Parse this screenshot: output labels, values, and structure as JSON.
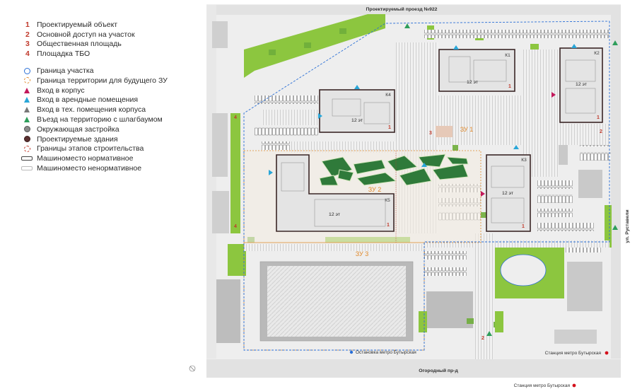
{
  "legend": {
    "numbered": [
      {
        "num": "1",
        "label": "Проектируемый объект"
      },
      {
        "num": "2",
        "label": "Основной доступ на участок"
      },
      {
        "num": "3",
        "label": "Общественная площадь"
      },
      {
        "num": "4",
        "label": "Площадка ТБО"
      }
    ],
    "symbols": [
      {
        "symbol": "circle-blue",
        "label": "Граница участка"
      },
      {
        "symbol": "circle-orange-dashed",
        "label": "Граница территории для будущего ЗУ"
      },
      {
        "symbol": "triangle-magenta",
        "label": "Вход в корпус"
      },
      {
        "symbol": "triangle-cyan",
        "label": "Вход в арендные помещения"
      },
      {
        "symbol": "triangle-grey",
        "label": "Вход в тех. помещения корпуса"
      },
      {
        "symbol": "triangle-green",
        "label": "Въезд на территорию с шлагбаумом"
      },
      {
        "symbol": "circle-grey",
        "label": "Окружающая застройка"
      },
      {
        "symbol": "circle-brown",
        "label": "Проектируемые здания"
      },
      {
        "symbol": "circle-red-dashed",
        "label": "Границы этапов строительства"
      },
      {
        "symbol": "car-outline",
        "label": "Машиноместо нормативное"
      },
      {
        "symbol": "car-light",
        "label": "Машиноместо ненормативное"
      }
    ]
  },
  "streets": {
    "top": "Проектируемый проезд №922",
    "bottom": "Огородный пр-д",
    "right": "ул. Руставели"
  },
  "metro": {
    "stop_left": "Остановка метро Бутырская",
    "station_right": "Станция метро Бутырская",
    "station_bottom": "Станция метро Бутырская"
  },
  "zones": {
    "zu1": "ЗУ 1",
    "zu2": "ЗУ 2",
    "zu3": "ЗУ 3"
  },
  "buildings": {
    "k1": {
      "label": "К1",
      "floors": "12 эт",
      "num": "1"
    },
    "k2": {
      "label": "К2",
      "floors": "12 эт",
      "num": "1"
    },
    "k3": {
      "label": "К3",
      "floors": "12 эт",
      "num": "1"
    },
    "k4": {
      "label": "К4",
      "floors": "12 эт",
      "num": "1"
    },
    "k5": {
      "label": "К5",
      "floors": "12 эт",
      "num": "1"
    }
  },
  "markers": {
    "access": "2",
    "square": "3",
    "tbo": "4"
  },
  "colors": {
    "boundary": "#2a6fd6",
    "future_boundary": "#e08a2a",
    "green": "#8cc63f",
    "dark_green": "#2f7a3a",
    "road": "#dcdcdc",
    "building_existing": "#bdbdbd",
    "accent_red": "#c0392b"
  }
}
